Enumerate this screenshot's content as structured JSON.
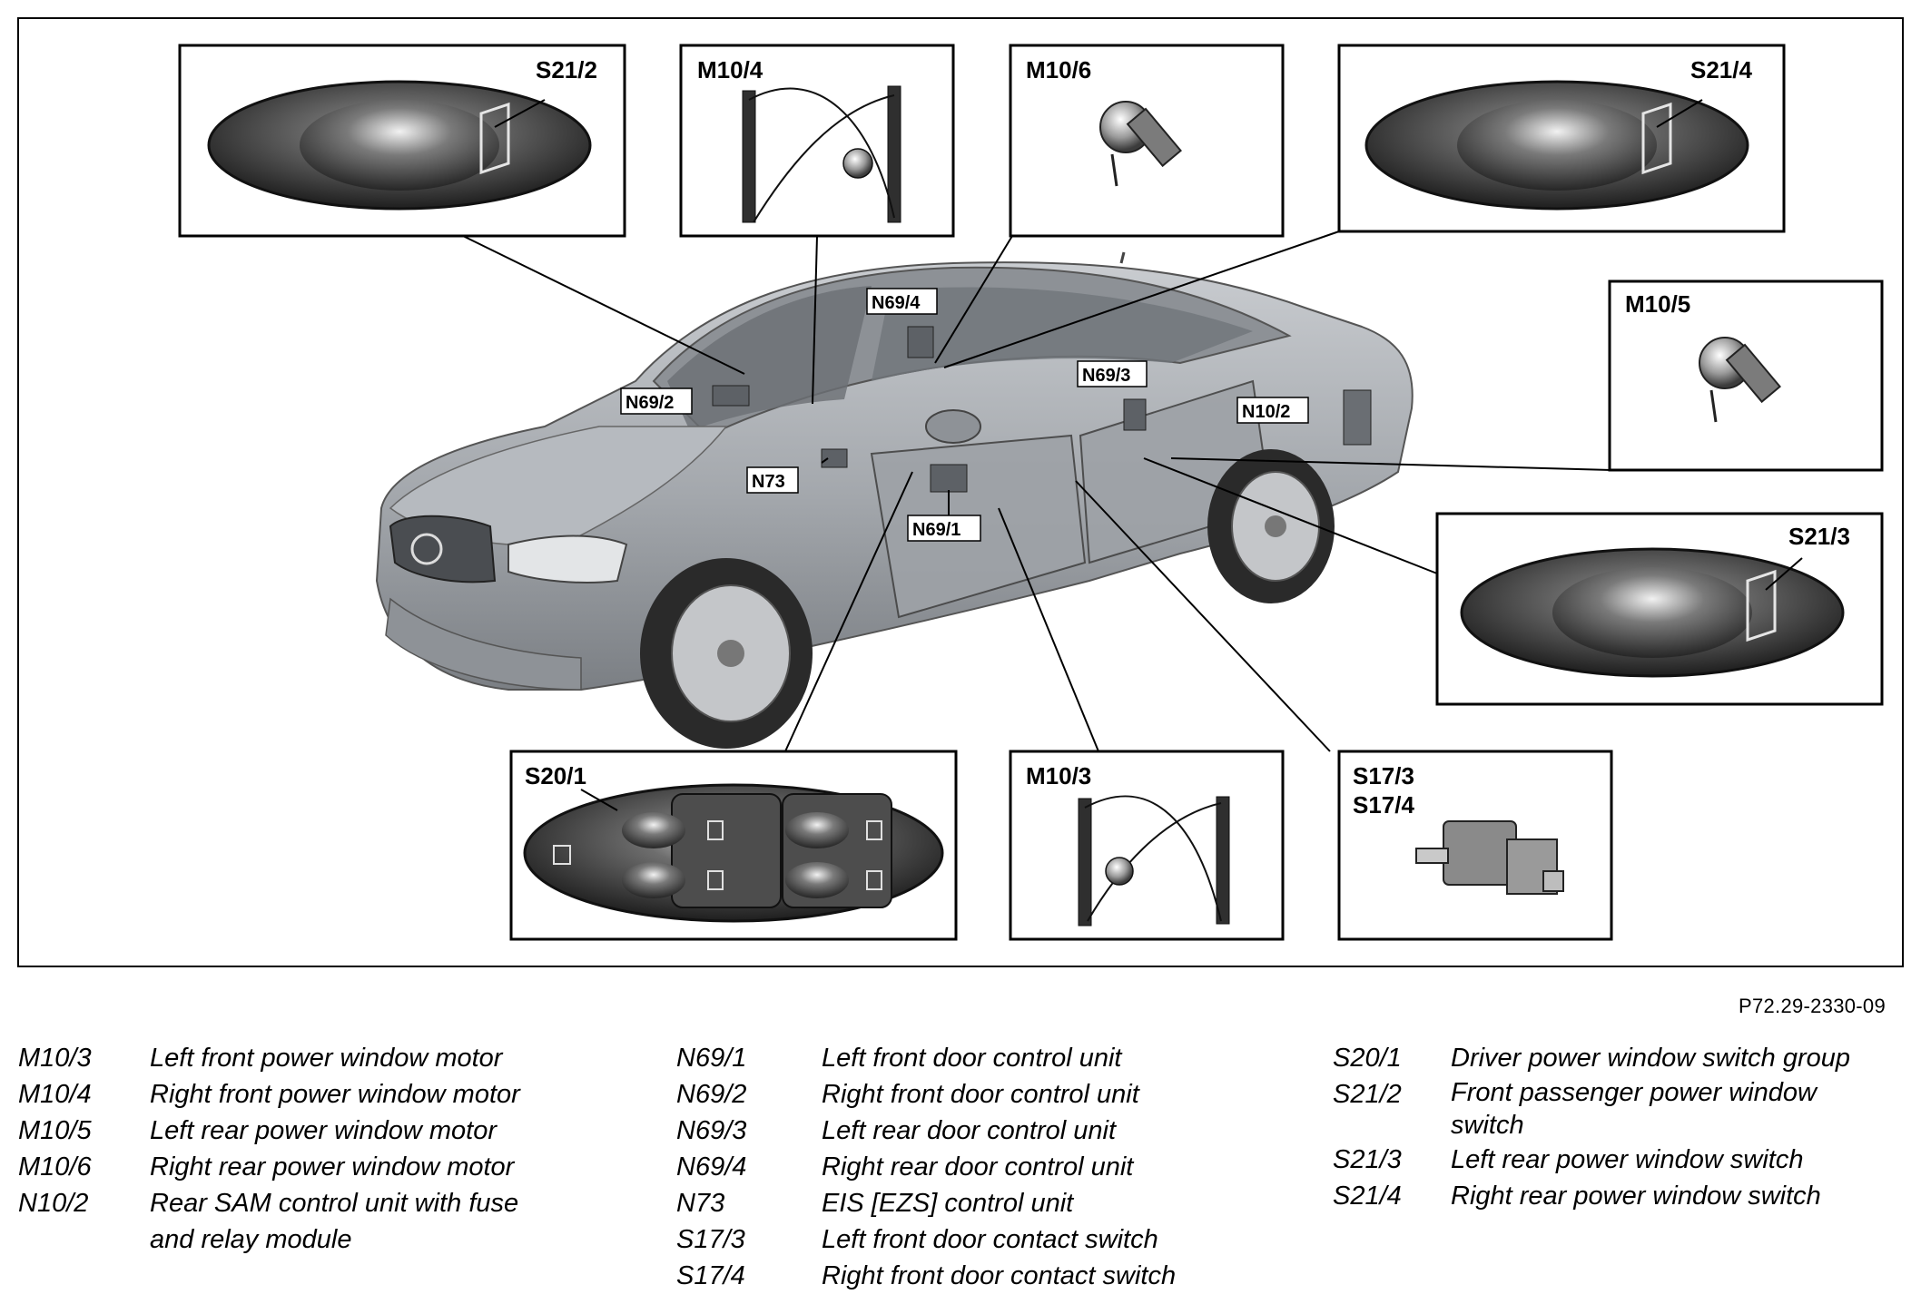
{
  "figure_ref": "P72.29-2330-09",
  "colors": {
    "line": "#000000",
    "background": "#ffffff",
    "car_body": "#a9adb2",
    "switch_body": "#3a3a3a"
  },
  "callouts": {
    "s21_2": "S21/2",
    "m10_4": "M10/4",
    "m10_6": "M10/6",
    "s21_4": "S21/4",
    "m10_5": "M10/5",
    "s21_3": "S21/3",
    "s20_1": "S20/1",
    "m10_3": "M10/3",
    "s17_3": "S17/3",
    "s17_4": "S17/4"
  },
  "car_tags": {
    "n69_4": "N69/4",
    "n69_2": "N69/2",
    "n69_3": "N69/3",
    "n10_2": "N10/2",
    "n73": "N73",
    "n69_1": "N69/1"
  },
  "legend": {
    "col1": [
      {
        "code": "M10/3",
        "desc": "Left front power window motor"
      },
      {
        "code": "M10/4",
        "desc": "Right front power window motor"
      },
      {
        "code": "M10/5",
        "desc": "Left rear power window motor"
      },
      {
        "code": "M10/6",
        "desc": "Right rear power window motor"
      },
      {
        "code": "N10/2",
        "desc": "Rear SAM control unit with fuse and relay module"
      }
    ],
    "col2": [
      {
        "code": "N69/1",
        "desc": "Left front door control unit"
      },
      {
        "code": "N69/2",
        "desc": "Right front door control unit"
      },
      {
        "code": "N69/3",
        "desc": "Left rear door control unit"
      },
      {
        "code": "N69/4",
        "desc": "Right rear door control unit"
      },
      {
        "code": "N73",
        "desc": "EIS [EZS] control unit"
      },
      {
        "code": "S17/3",
        "desc": "Left front door contact switch"
      },
      {
        "code": "S17/4",
        "desc": "Right front door contact switch"
      }
    ],
    "col3": [
      {
        "code": "S20/1",
        "desc": "Driver power window switch group"
      },
      {
        "code": "S21/2",
        "desc": "Front passenger power window switch"
      },
      {
        "code": "S21/3",
        "desc": "Left rear power window switch"
      },
      {
        "code": "S21/4",
        "desc": "Right rear power window switch"
      }
    ]
  }
}
